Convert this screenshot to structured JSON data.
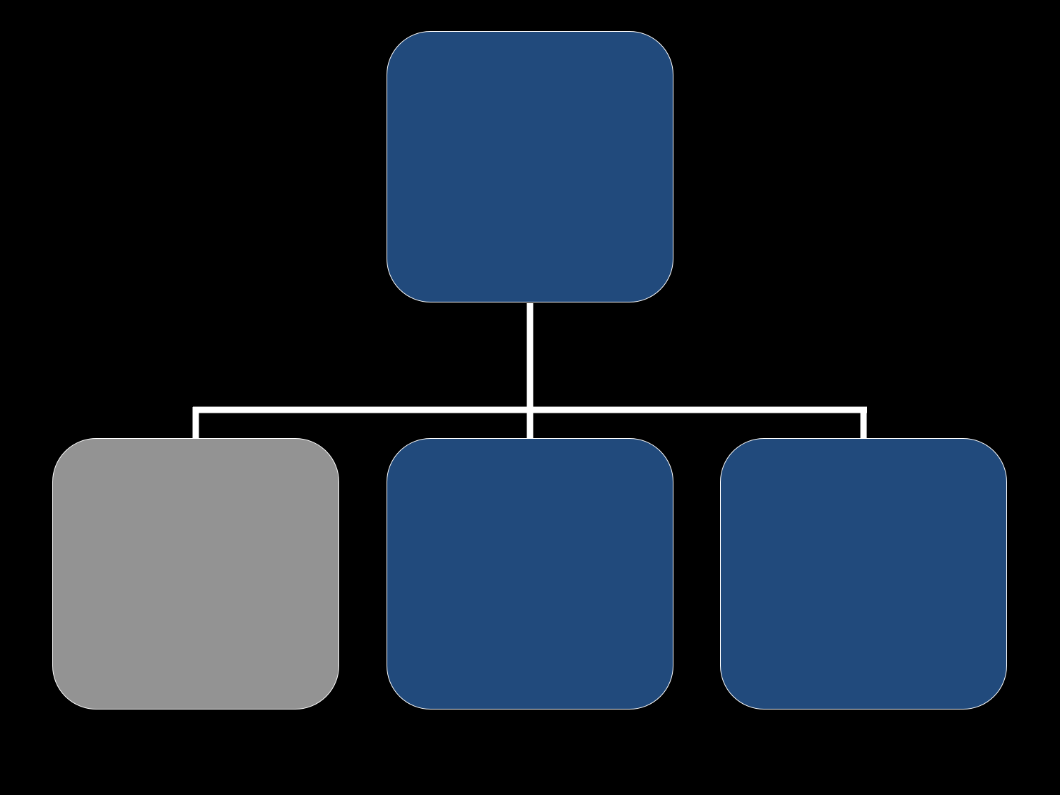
{
  "colors": {
    "background": "#000000",
    "connector": "#ffffff",
    "node_border": "#ffffff"
  },
  "nodes": [
    {
      "id": "root",
      "fill": "#214a7c"
    },
    {
      "id": "left",
      "fill": "#939393"
    },
    {
      "id": "middle",
      "fill": "#214a7c"
    },
    {
      "id": "right",
      "fill": "#214a7c"
    }
  ]
}
